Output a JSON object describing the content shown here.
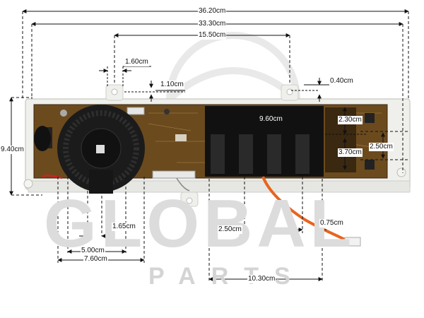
{
  "watermark": {
    "brand": "GLOBAL",
    "tagline": "PARTS"
  },
  "dimensions": {
    "overall_width": "36.20cm",
    "mount_span": "33.30cm",
    "upper_span": "15.50cm",
    "tab_width": "1.60cm",
    "tab_height": "1.10cm",
    "right_tab": "0.40cm",
    "display_width": "9.60cm",
    "right_gap_top": "2.30cm",
    "right_gap_mid": "3.70cm",
    "right_side": "2.50cm",
    "height": "9.40cm",
    "knob_small": "1.65cm",
    "knob_inner": "5.00cm",
    "knob_outer": "7.60cm",
    "key_pitch": "2.50cm",
    "connector": "0.75cm",
    "keypad_width": "10.30cm"
  },
  "colors": {
    "pcb": "#6b4a1e",
    "frame": "#eeeeea",
    "knob": "#1b1b1b",
    "cable": "#e8641e",
    "dim_line": "#111111"
  }
}
